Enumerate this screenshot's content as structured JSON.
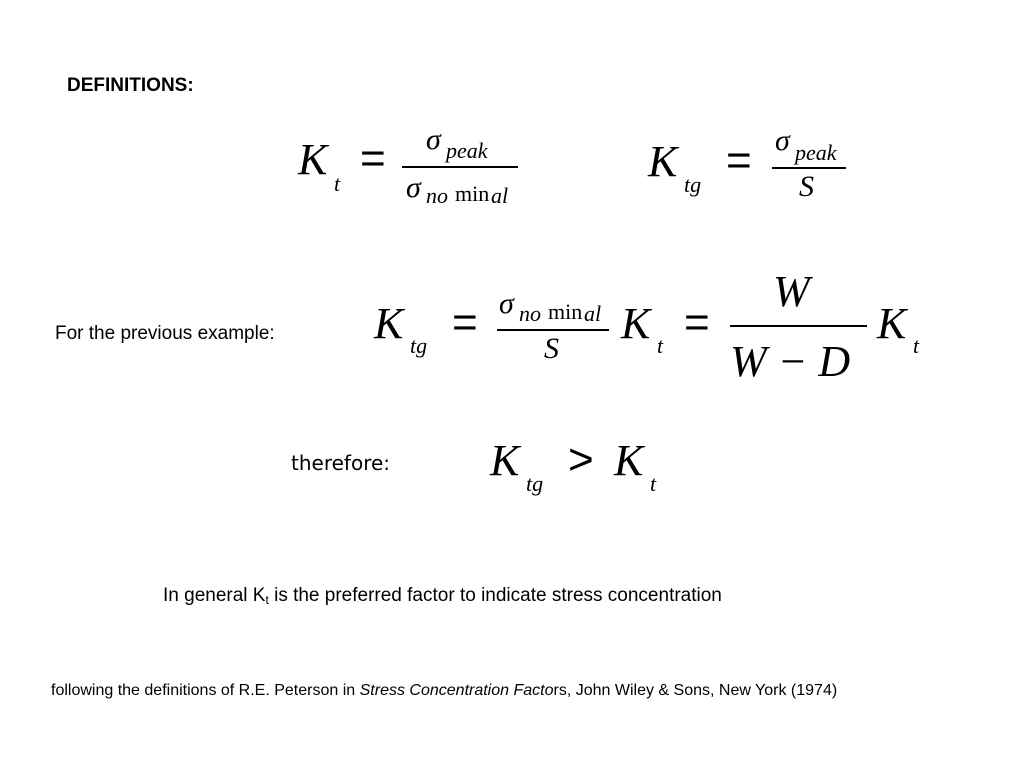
{
  "heading": "DEFINITIONS:",
  "example_label": "For the previous example:",
  "therefore_label": "therefore:",
  "general": {
    "prefix": "In general K",
    "subscript": "t",
    "suffix": " is the preferred factor to indicate stress concentration"
  },
  "reference": {
    "prefix": "following the definitions  of R.E. Peterson in ",
    "italic": "Stress Concentration Facto",
    "suffix": "rs, John Wiley & Sons, New York (1974)"
  },
  "math": {
    "K": "K",
    "sub_t": "t",
    "sub_tg": "tg",
    "sigma": "σ",
    "peak": "peak",
    "no": "no",
    "min": "min",
    "al": "al",
    "S": "S",
    "W": "W",
    "W_minus_D": "W − D",
    "equals": "=",
    "greater": ">"
  }
}
